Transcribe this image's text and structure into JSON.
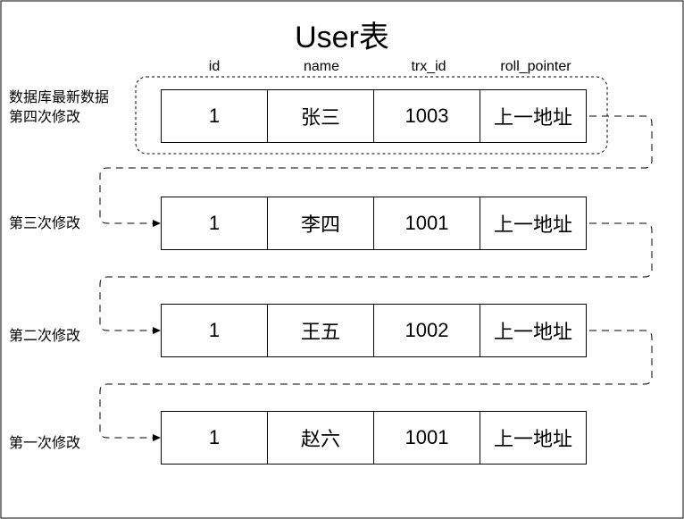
{
  "title": "User表",
  "columns": [
    "id",
    "name",
    "trx_id",
    "roll_pointer"
  ],
  "rows": [
    {
      "label_lines": [
        "数据库最新数据",
        "第四次修改"
      ],
      "id": "1",
      "name": "张三",
      "trx_id": "1003",
      "roll_pointer": "上一地址"
    },
    {
      "label_lines": [
        "第三次修改"
      ],
      "id": "1",
      "name": "李四",
      "trx_id": "1001",
      "roll_pointer": "上一地址"
    },
    {
      "label_lines": [
        "第二次修改"
      ],
      "id": "1",
      "name": "王五",
      "trx_id": "1002",
      "roll_pointer": "上一地址"
    },
    {
      "label_lines": [
        "第一次修改"
      ],
      "id": "1",
      "name": "赵六",
      "trx_id": "1001",
      "roll_pointer": "上一地址"
    }
  ]
}
